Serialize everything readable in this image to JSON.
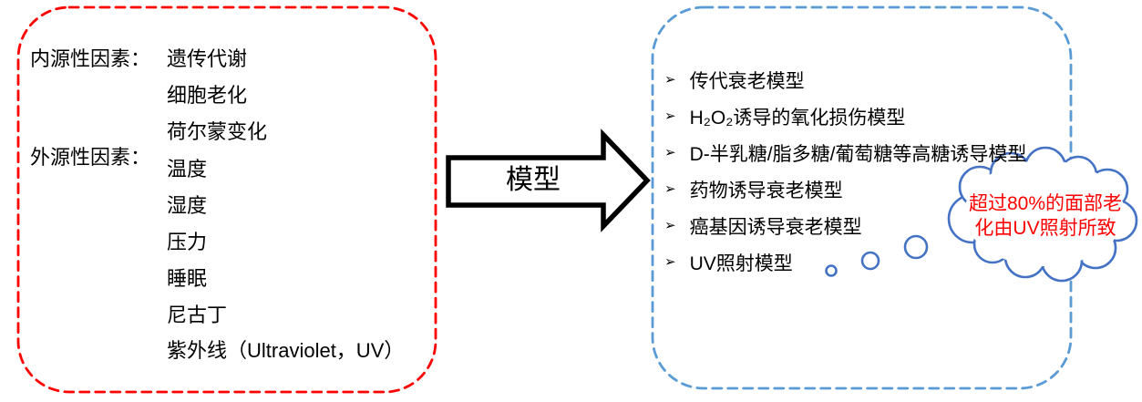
{
  "colors": {
    "red_accent": "#FF0000",
    "box_blue": "#5B9BD5",
    "cloud_blue": "#4472C4",
    "cloud_text_red": "#FF0000",
    "text_black": "#000000"
  },
  "left_box": {
    "groups": [
      {
        "label": "内源性因素：",
        "items": [
          "遗传代谢",
          "细胞老化",
          "荷尔蒙变化"
        ]
      },
      {
        "label": "外源性因素：",
        "items": [
          "温度",
          "湿度",
          "压力",
          "睡眠",
          "尼古丁",
          "紫外线（Ultraviolet，UV）"
        ]
      }
    ]
  },
  "arrow": {
    "label": "模型"
  },
  "right_box": {
    "bullet": "➢",
    "items": [
      "传代衰老模型",
      "H₂O₂诱导的氧化损伤模型",
      "D-半乳糖/脂多糖/葡萄糖等高糖诱导模型",
      "药物诱导衰老模型",
      "癌基因诱导衰老模型",
      "UV照射模型"
    ]
  },
  "cloud": {
    "lines": [
      "超过80%的面部老",
      "化由UV照射所致"
    ]
  }
}
